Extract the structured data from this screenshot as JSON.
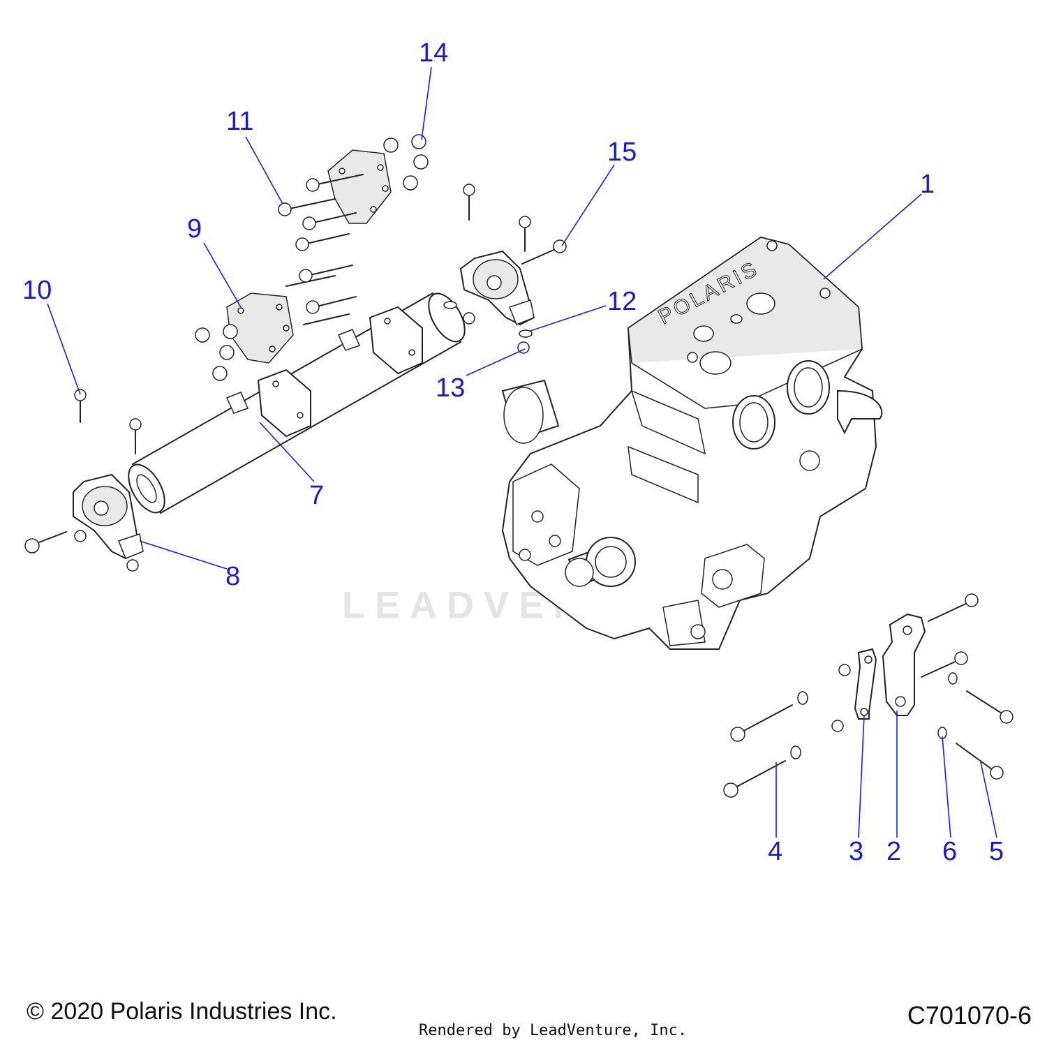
{
  "watermark": "LEADVENTURE",
  "engine_logo": "POLARIS",
  "callouts": [
    {
      "id": "1",
      "label": "1"
    },
    {
      "id": "2",
      "label": "2"
    },
    {
      "id": "3",
      "label": "3"
    },
    {
      "id": "4",
      "label": "4"
    },
    {
      "id": "5",
      "label": "5"
    },
    {
      "id": "6",
      "label": "6"
    },
    {
      "id": "7",
      "label": "7"
    },
    {
      "id": "8",
      "label": "8"
    },
    {
      "id": "9",
      "label": "9"
    },
    {
      "id": "10",
      "label": "10"
    },
    {
      "id": "11",
      "label": "11"
    },
    {
      "id": "12",
      "label": "12"
    },
    {
      "id": "13",
      "label": "13"
    },
    {
      "id": "14",
      "label": "14"
    },
    {
      "id": "15",
      "label": "15"
    }
  ],
  "footer": {
    "copyright": "© 2020 Polaris Industries Inc.",
    "rendered_by": "Rendered by LeadVenture, Inc.",
    "drawing_number": "C701070-6"
  },
  "colors": {
    "callout": "#1a1acc",
    "line": "#222222"
  }
}
